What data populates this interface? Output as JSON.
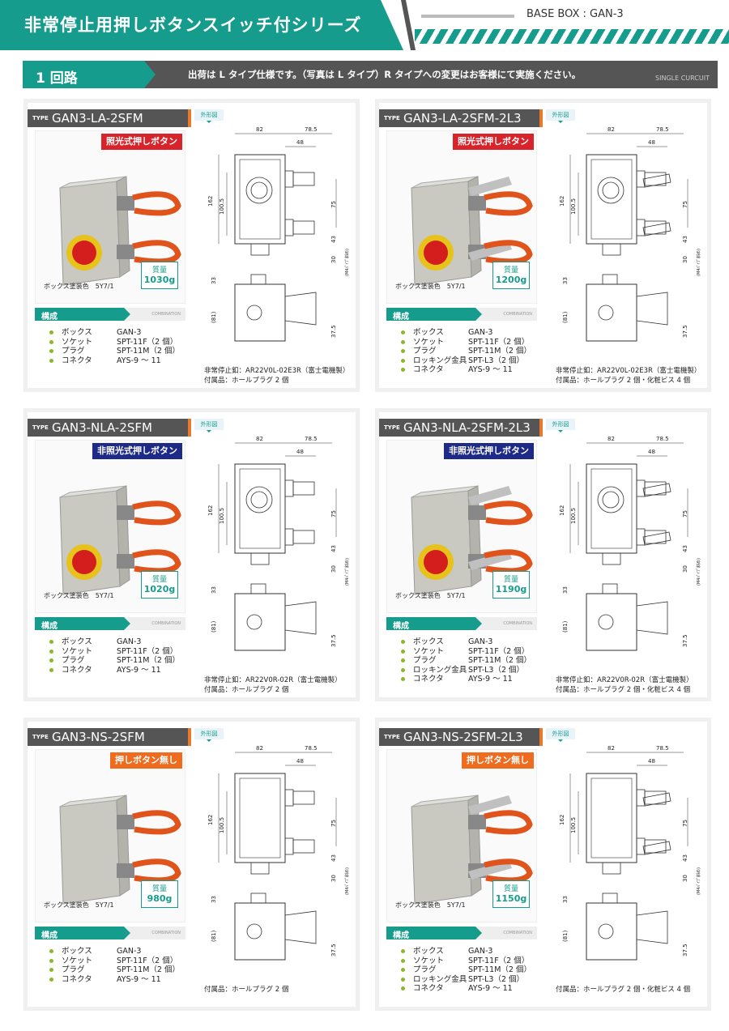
{
  "header": {
    "title": "非常停止用押しボタンスイッチ付シリーズ",
    "base_box": "BASE BOX : GAN-3"
  },
  "section": {
    "label": "1 回路",
    "note": "出荷は L タイプ仕様です。（写真は L タイプ）R タイプへの変更はお客様にて実施ください。",
    "sub": "SINGLE CURCUIT"
  },
  "common": {
    "type_label": "TYPE",
    "diagram_tag": "外形図",
    "mass_label": "質量",
    "paint": "ボックス塗装色　5Y7/1",
    "comp_label": "構成",
    "comp_sub": "COMBINATION",
    "dims": {
      "d82": "82",
      "d785": "78.5",
      "d48": "48",
      "d162": "162",
      "d1005": "100.5",
      "d75": "75",
      "d43": "43",
      "d30": "30",
      "d33": "33",
      "d81": "(81)",
      "d375": "37.5",
      "note_small": "(M4ﾊﾟｲﾌﾟ斜め)"
    }
  },
  "products": [
    {
      "type": "GAN3-LA-2SFM",
      "badge": "照光式押しボタン",
      "badge_color": "red",
      "mass": "1030g",
      "locking": false,
      "components": [
        [
          "ボックス",
          "GAN-3"
        ],
        [
          "ソケット",
          "SPT-11F（2 個）"
        ],
        [
          "プラグ",
          "SPT-11M（2 個）"
        ],
        [
          "コネクタ",
          "AYS-9 〜 11"
        ]
      ],
      "notes": [
        "非常停止釦：AR22V0L-02E3R（富士電機製）",
        "付属品：ホールプラグ 2 個"
      ]
    },
    {
      "type": "GAN3-LA-2SFM-2L3",
      "badge": "照光式押しボタン",
      "badge_color": "red",
      "mass": "1200g",
      "locking": true,
      "components": [
        [
          "ボックス",
          "GAN-3"
        ],
        [
          "ソケット",
          "SPT-11F（2 個）"
        ],
        [
          "プラグ",
          "SPT-11M（2 個）"
        ],
        [
          "ロッキング金具",
          "SPT-L3（2 個）"
        ],
        [
          "コネクタ",
          "AYS-9 〜 11"
        ]
      ],
      "notes": [
        "非常停止釦：AR22V0L-02E3R（富士電機製）",
        "付属品：ホールプラグ 2 個・化粧ビス 4 個"
      ]
    },
    {
      "type": "GAN3-NLA-2SFM",
      "badge": "非照光式押しボタン",
      "badge_color": "blue",
      "mass": "1020g",
      "locking": false,
      "components": [
        [
          "ボックス",
          "GAN-3"
        ],
        [
          "ソケット",
          "SPT-11F（2 個）"
        ],
        [
          "プラグ",
          "SPT-11M（2 個）"
        ],
        [
          "コネクタ",
          "AYS-9 〜 11"
        ]
      ],
      "notes": [
        "非常停止釦：AR22V0R-02R（富士電機製）",
        "付属品：ホールプラグ 2 個"
      ]
    },
    {
      "type": "GAN3-NLA-2SFM-2L3",
      "badge": "非照光式押しボタン",
      "badge_color": "blue",
      "mass": "1190g",
      "locking": true,
      "components": [
        [
          "ボックス",
          "GAN-3"
        ],
        [
          "ソケット",
          "SPT-11F（2 個）"
        ],
        [
          "プラグ",
          "SPT-11M（2 個）"
        ],
        [
          "ロッキング金具",
          "SPT-L3（2 個）"
        ],
        [
          "コネクタ",
          "AYS-9 〜 11"
        ]
      ],
      "notes": [
        "非常停止釦：AR22V0R-02R（富士電機製）",
        "付属品：ホールプラグ 2 個・化粧ビス 4 個"
      ]
    },
    {
      "type": "GAN3-NS-2SFM",
      "badge": "押しボタン無し",
      "badge_color": "orange",
      "mass": "980g",
      "locking": false,
      "components": [
        [
          "ボックス",
          "GAN-3"
        ],
        [
          "ソケット",
          "SPT-11F（2 個）"
        ],
        [
          "プラグ",
          "SPT-11M（2 個）"
        ],
        [
          "コネクタ",
          "AYS-9 〜 11"
        ]
      ],
      "notes": [
        "付属品：ホールプラグ 2 個"
      ]
    },
    {
      "type": "GAN3-NS-2SFM-2L3",
      "badge": "押しボタン無し",
      "badge_color": "orange",
      "mass": "1150g",
      "locking": true,
      "components": [
        [
          "ボックス",
          "GAN-3"
        ],
        [
          "ソケット",
          "SPT-11F（2 個）"
        ],
        [
          "プラグ",
          "SPT-11M（2 個）"
        ],
        [
          "ロッキング金具",
          "SPT-L3（2 個）"
        ],
        [
          "コネクタ",
          "AYS-9 〜 11"
        ]
      ],
      "notes": [
        "付属品：ホールプラグ 2 個・化粧ビス 4 個"
      ]
    }
  ]
}
